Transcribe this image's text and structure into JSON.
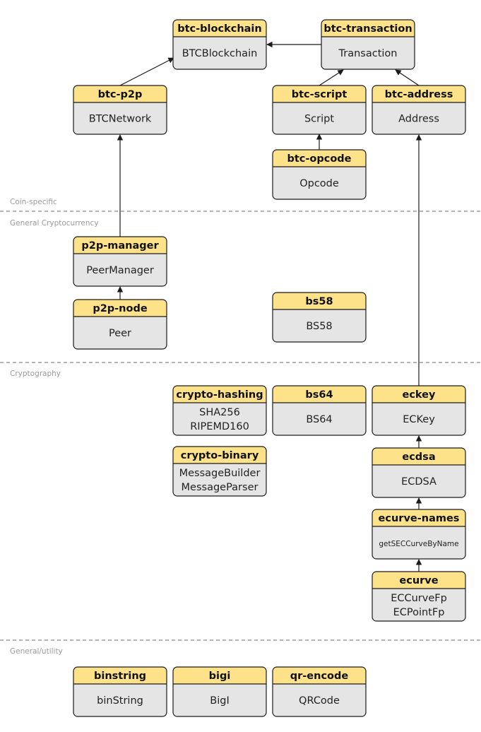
{
  "sections": [
    {
      "id": "coin-specific",
      "label": "Coin-specific"
    },
    {
      "id": "general-cryptocurrency",
      "label": "General Cryptocurrency"
    },
    {
      "id": "cryptography",
      "label": "Cryptography"
    },
    {
      "id": "general-utility",
      "label": "General/utility"
    }
  ],
  "modules": [
    {
      "id": "btc-blockchain",
      "title": "btc-blockchain",
      "lines": [
        "BTCBlockchain"
      ]
    },
    {
      "id": "btc-transaction",
      "title": "btc-transaction",
      "lines": [
        "Transaction"
      ]
    },
    {
      "id": "btc-p2p",
      "title": "btc-p2p",
      "lines": [
        "BTCNetwork"
      ]
    },
    {
      "id": "btc-script",
      "title": "btc-script",
      "lines": [
        "Script"
      ]
    },
    {
      "id": "btc-address",
      "title": "btc-address",
      "lines": [
        "Address"
      ]
    },
    {
      "id": "btc-opcode",
      "title": "btc-opcode",
      "lines": [
        "Opcode"
      ]
    },
    {
      "id": "p2p-manager",
      "title": "p2p-manager",
      "lines": [
        "PeerManager"
      ]
    },
    {
      "id": "p2p-node",
      "title": "p2p-node",
      "lines": [
        "Peer"
      ]
    },
    {
      "id": "bs58",
      "title": "bs58",
      "lines": [
        "BS58"
      ]
    },
    {
      "id": "crypto-hashing",
      "title": "crypto-hashing",
      "lines": [
        "SHA256",
        "RIPEMD160"
      ]
    },
    {
      "id": "bs64",
      "title": "bs64",
      "lines": [
        "BS64"
      ]
    },
    {
      "id": "eckey",
      "title": "eckey",
      "lines": [
        "ECKey"
      ]
    },
    {
      "id": "crypto-binary",
      "title": "crypto-binary",
      "lines": [
        "MessageBuilder",
        "MessageParser"
      ]
    },
    {
      "id": "ecdsa",
      "title": "ecdsa",
      "lines": [
        "ECDSA"
      ]
    },
    {
      "id": "ecurve-names",
      "title": "ecurve-names",
      "lines": [
        "getSECCurveByName"
      ],
      "small_text": true
    },
    {
      "id": "ecurve",
      "title": "ecurve",
      "lines": [
        "ECCurveFp",
        "ECPointFp"
      ]
    },
    {
      "id": "binstring",
      "title": "binstring",
      "lines": [
        "binString"
      ]
    },
    {
      "id": "bigi",
      "title": "bigi",
      "lines": [
        "BigI"
      ]
    },
    {
      "id": "qr-encode",
      "title": "qr-encode",
      "lines": [
        "QRCode"
      ]
    }
  ],
  "dependencies": [
    {
      "from": "btc-transaction",
      "to": "btc-blockchain"
    },
    {
      "from": "btc-p2p",
      "to": "btc-blockchain"
    },
    {
      "from": "btc-script",
      "to": "btc-transaction"
    },
    {
      "from": "btc-address",
      "to": "btc-transaction"
    },
    {
      "from": "btc-opcode",
      "to": "btc-script"
    },
    {
      "from": "p2p-manager",
      "to": "btc-p2p"
    },
    {
      "from": "p2p-node",
      "to": "p2p-manager"
    },
    {
      "from": "eckey",
      "to": "btc-address"
    },
    {
      "from": "ecdsa",
      "to": "eckey"
    },
    {
      "from": "ecurve-names",
      "to": "ecdsa"
    },
    {
      "from": "ecurve",
      "to": "ecurve-names"
    }
  ]
}
